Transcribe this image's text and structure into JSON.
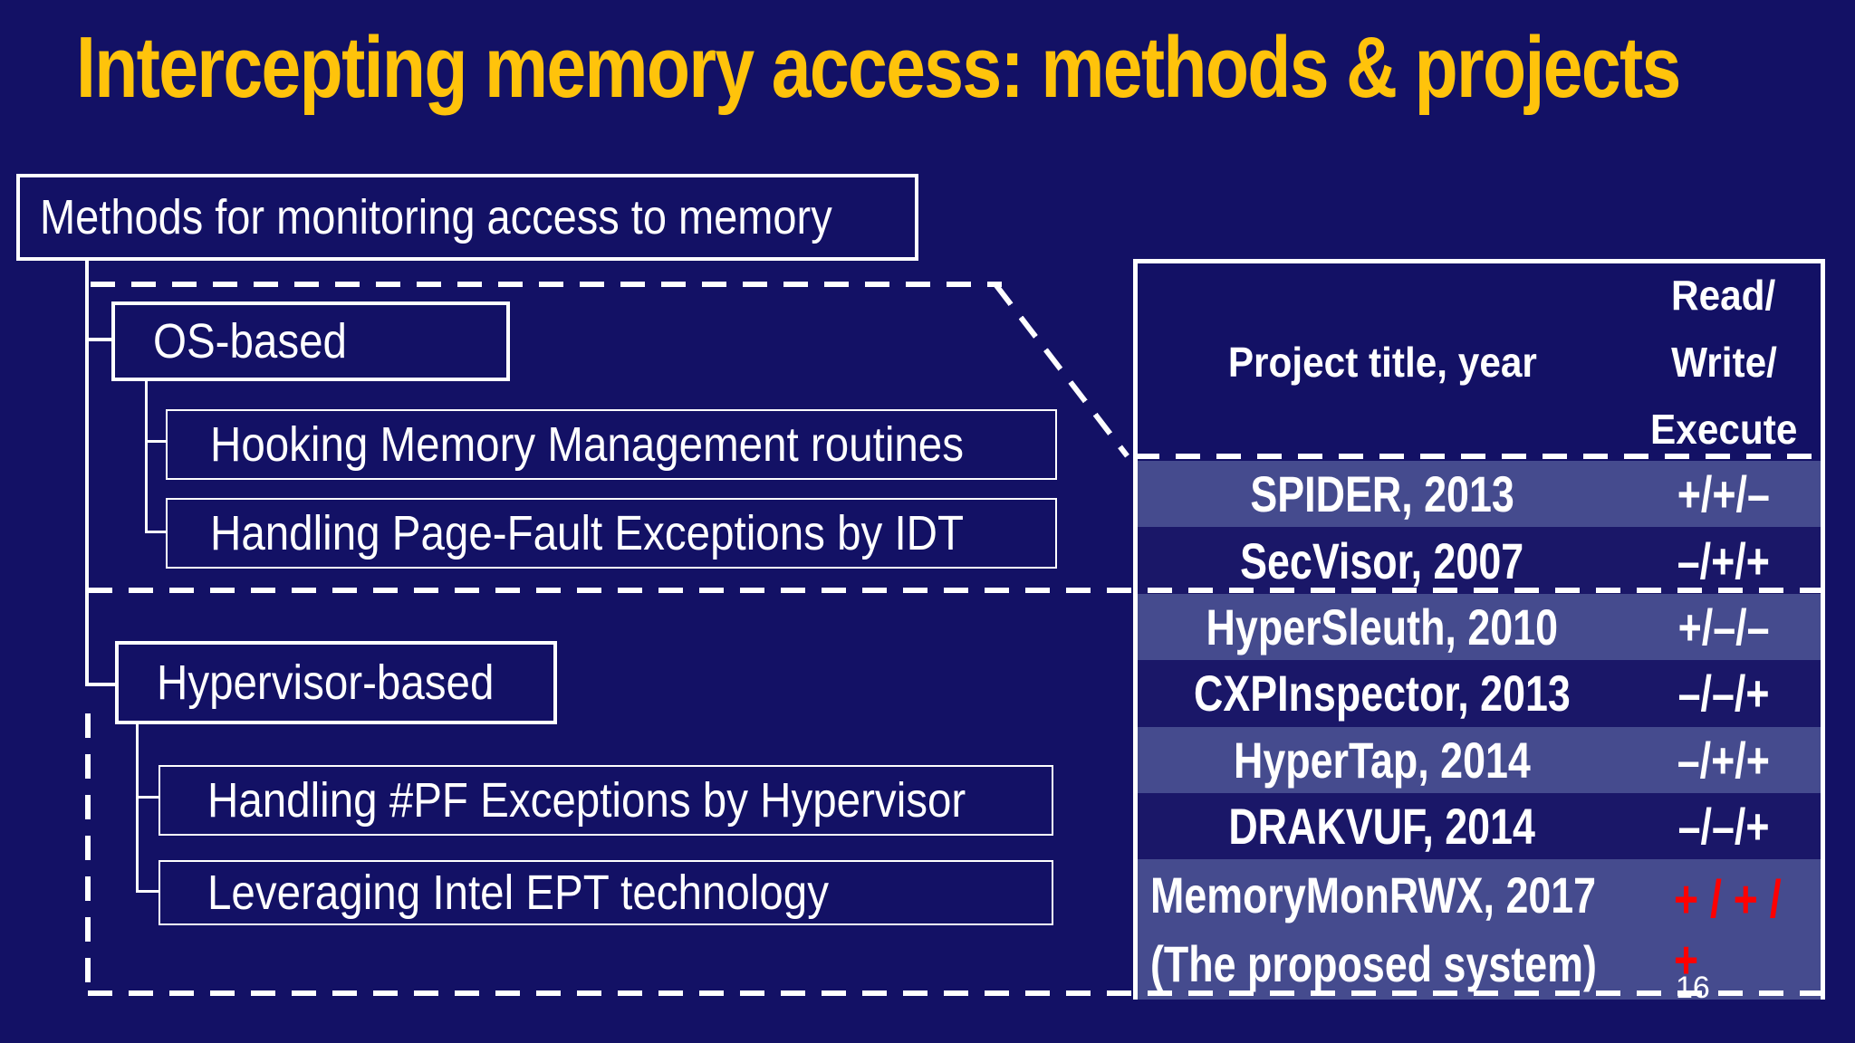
{
  "title": "Intercepting memory access: methods & projects",
  "page_number": "16",
  "colors": {
    "background": "#131165",
    "title_yellow": "#ffc30b",
    "row_light": "#454b8e",
    "row_dark": "#1a1768",
    "highlight_red": "#ff0000",
    "line_white": "#ffffff"
  },
  "tree": {
    "root_label": "Methods for monitoring access to memory",
    "os_group": {
      "label": "OS-based",
      "children": [
        "Hooking Memory Management routines",
        "Handling Page-Fault Exceptions by IDT"
      ]
    },
    "hypervisor_group": {
      "label": "Hypervisor-based",
      "children": [
        "Handling #PF Exceptions by Hypervisor",
        "Leveraging Intel EPT technology"
      ]
    }
  },
  "table": {
    "col1_header": "Project title, year",
    "col2_header_lines": [
      "Read/",
      "Write/",
      "Execute"
    ],
    "rows": [
      {
        "name": "SPIDER, 2013",
        "access": "+/+/–"
      },
      {
        "name": "SecVisor, 2007",
        "access": "–/+/+"
      },
      {
        "name": "HyperSleuth, 2010",
        "access": "+/–/–"
      },
      {
        "name": "CXPInspector, 2013",
        "access": "–/–/+"
      },
      {
        "name": "HyperTap, 2014",
        "access": "–/+/+"
      },
      {
        "name": "DRAKVUF, 2014",
        "access": "–/–/+"
      },
      {
        "name_line1": "MemoryMonRWX, 2017",
        "name_line2": "(The proposed system)",
        "access": "+ / + / +"
      }
    ]
  }
}
